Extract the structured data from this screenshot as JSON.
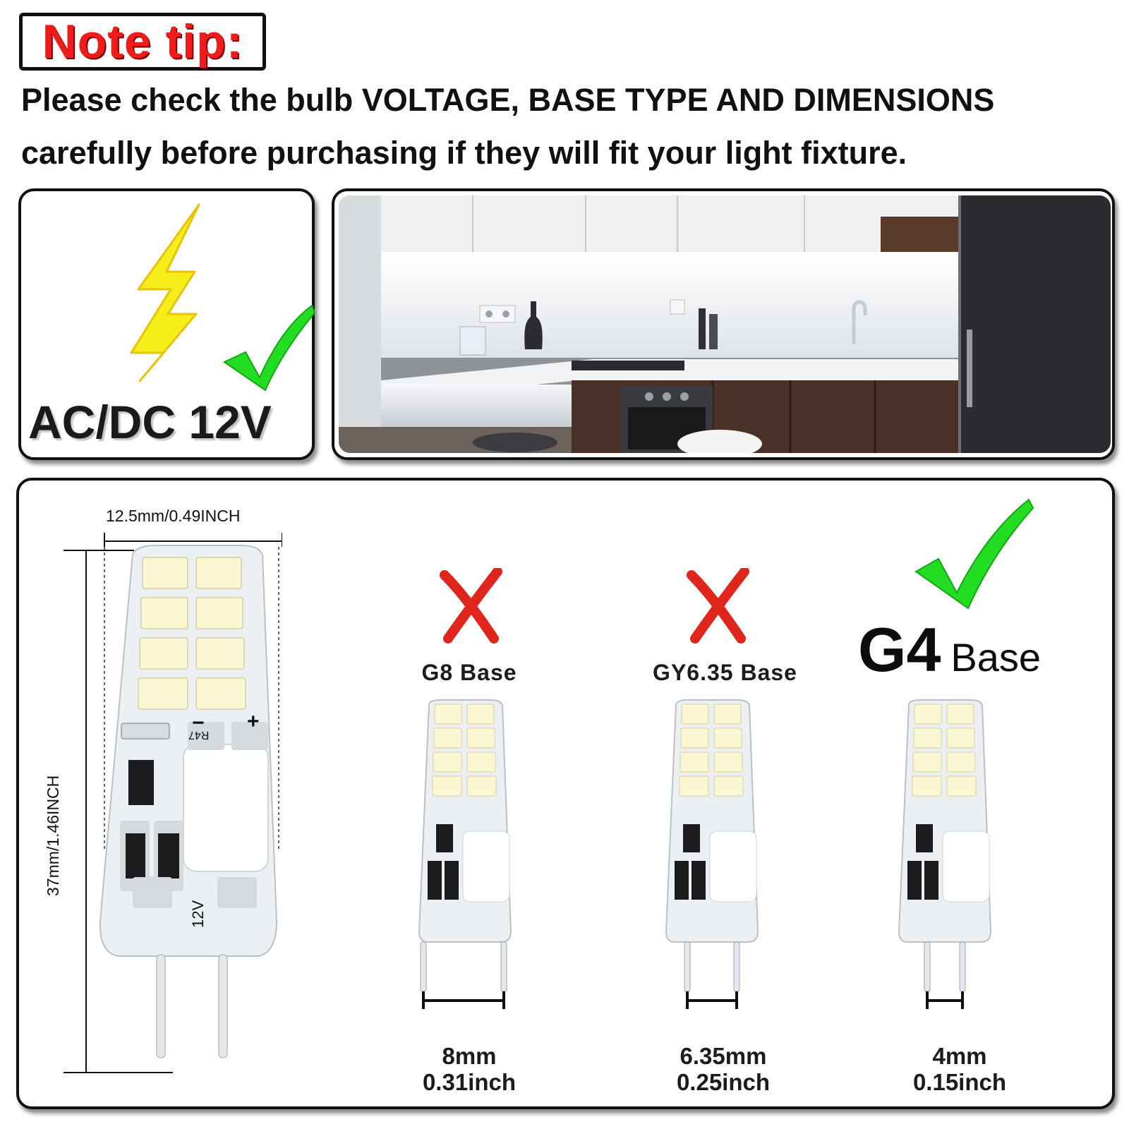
{
  "header": {
    "title": "Note tip:",
    "line1": "Please check the bulb VOLTAGE, BASE TYPE AND DIMENSIONS",
    "line2": "carefully before purchasing if they will fit your light fixture."
  },
  "voltage": {
    "label": "AC/DC 12V",
    "icons": [
      "lightning-bolt-icon",
      "green-check-icon"
    ]
  },
  "kitchen_photo": {
    "icon": "kitchen-under-cabinet-lighting-photo"
  },
  "dimensions": {
    "width": "12.5mm/0.49INCH",
    "height": "37mm/1.46INCH"
  },
  "bulb_marks": {
    "resistor": "R47",
    "voltage": "12V",
    "minus": "−",
    "plus": "+"
  },
  "bases": [
    {
      "name": "G8 Base",
      "fit": false,
      "mm": "8mm",
      "inch": "0.31inch"
    },
    {
      "name": "GY6.35 Base",
      "fit": false,
      "mm": "6.35mm",
      "inch": "0.25inch"
    },
    {
      "name_main": "G4",
      "name_suffix": "Base",
      "fit": true,
      "mm": "4mm",
      "inch": "0.15inch"
    }
  ],
  "colors": {
    "title_red": "#f21b1b",
    "check_green": "#22dd22",
    "cross_red": "#e0261c",
    "bolt_yellow": "#f6ee1a",
    "led_yellow": "#fbf7d2"
  }
}
